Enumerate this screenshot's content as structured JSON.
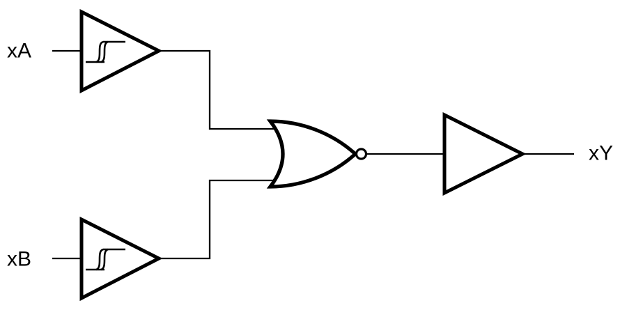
{
  "diagram": {
    "type": "logic-circuit-schematic",
    "background_color": "#ffffff",
    "stroke_color": "#000000",
    "labels": {
      "input_a": "xA",
      "input_b": "xB",
      "output": "xY"
    },
    "components": [
      {
        "id": "schmitt-trigger-buffer-a",
        "icon": "schmitt-buffer-icon",
        "input": "xA"
      },
      {
        "id": "schmitt-trigger-buffer-b",
        "icon": "schmitt-buffer-icon",
        "input": "xB"
      },
      {
        "id": "nor-gate",
        "icon": "nor-gate-icon",
        "inputs": [
          "xA",
          "xB"
        ]
      },
      {
        "id": "output-buffer",
        "icon": "buffer-icon",
        "output": "xY"
      }
    ]
  }
}
